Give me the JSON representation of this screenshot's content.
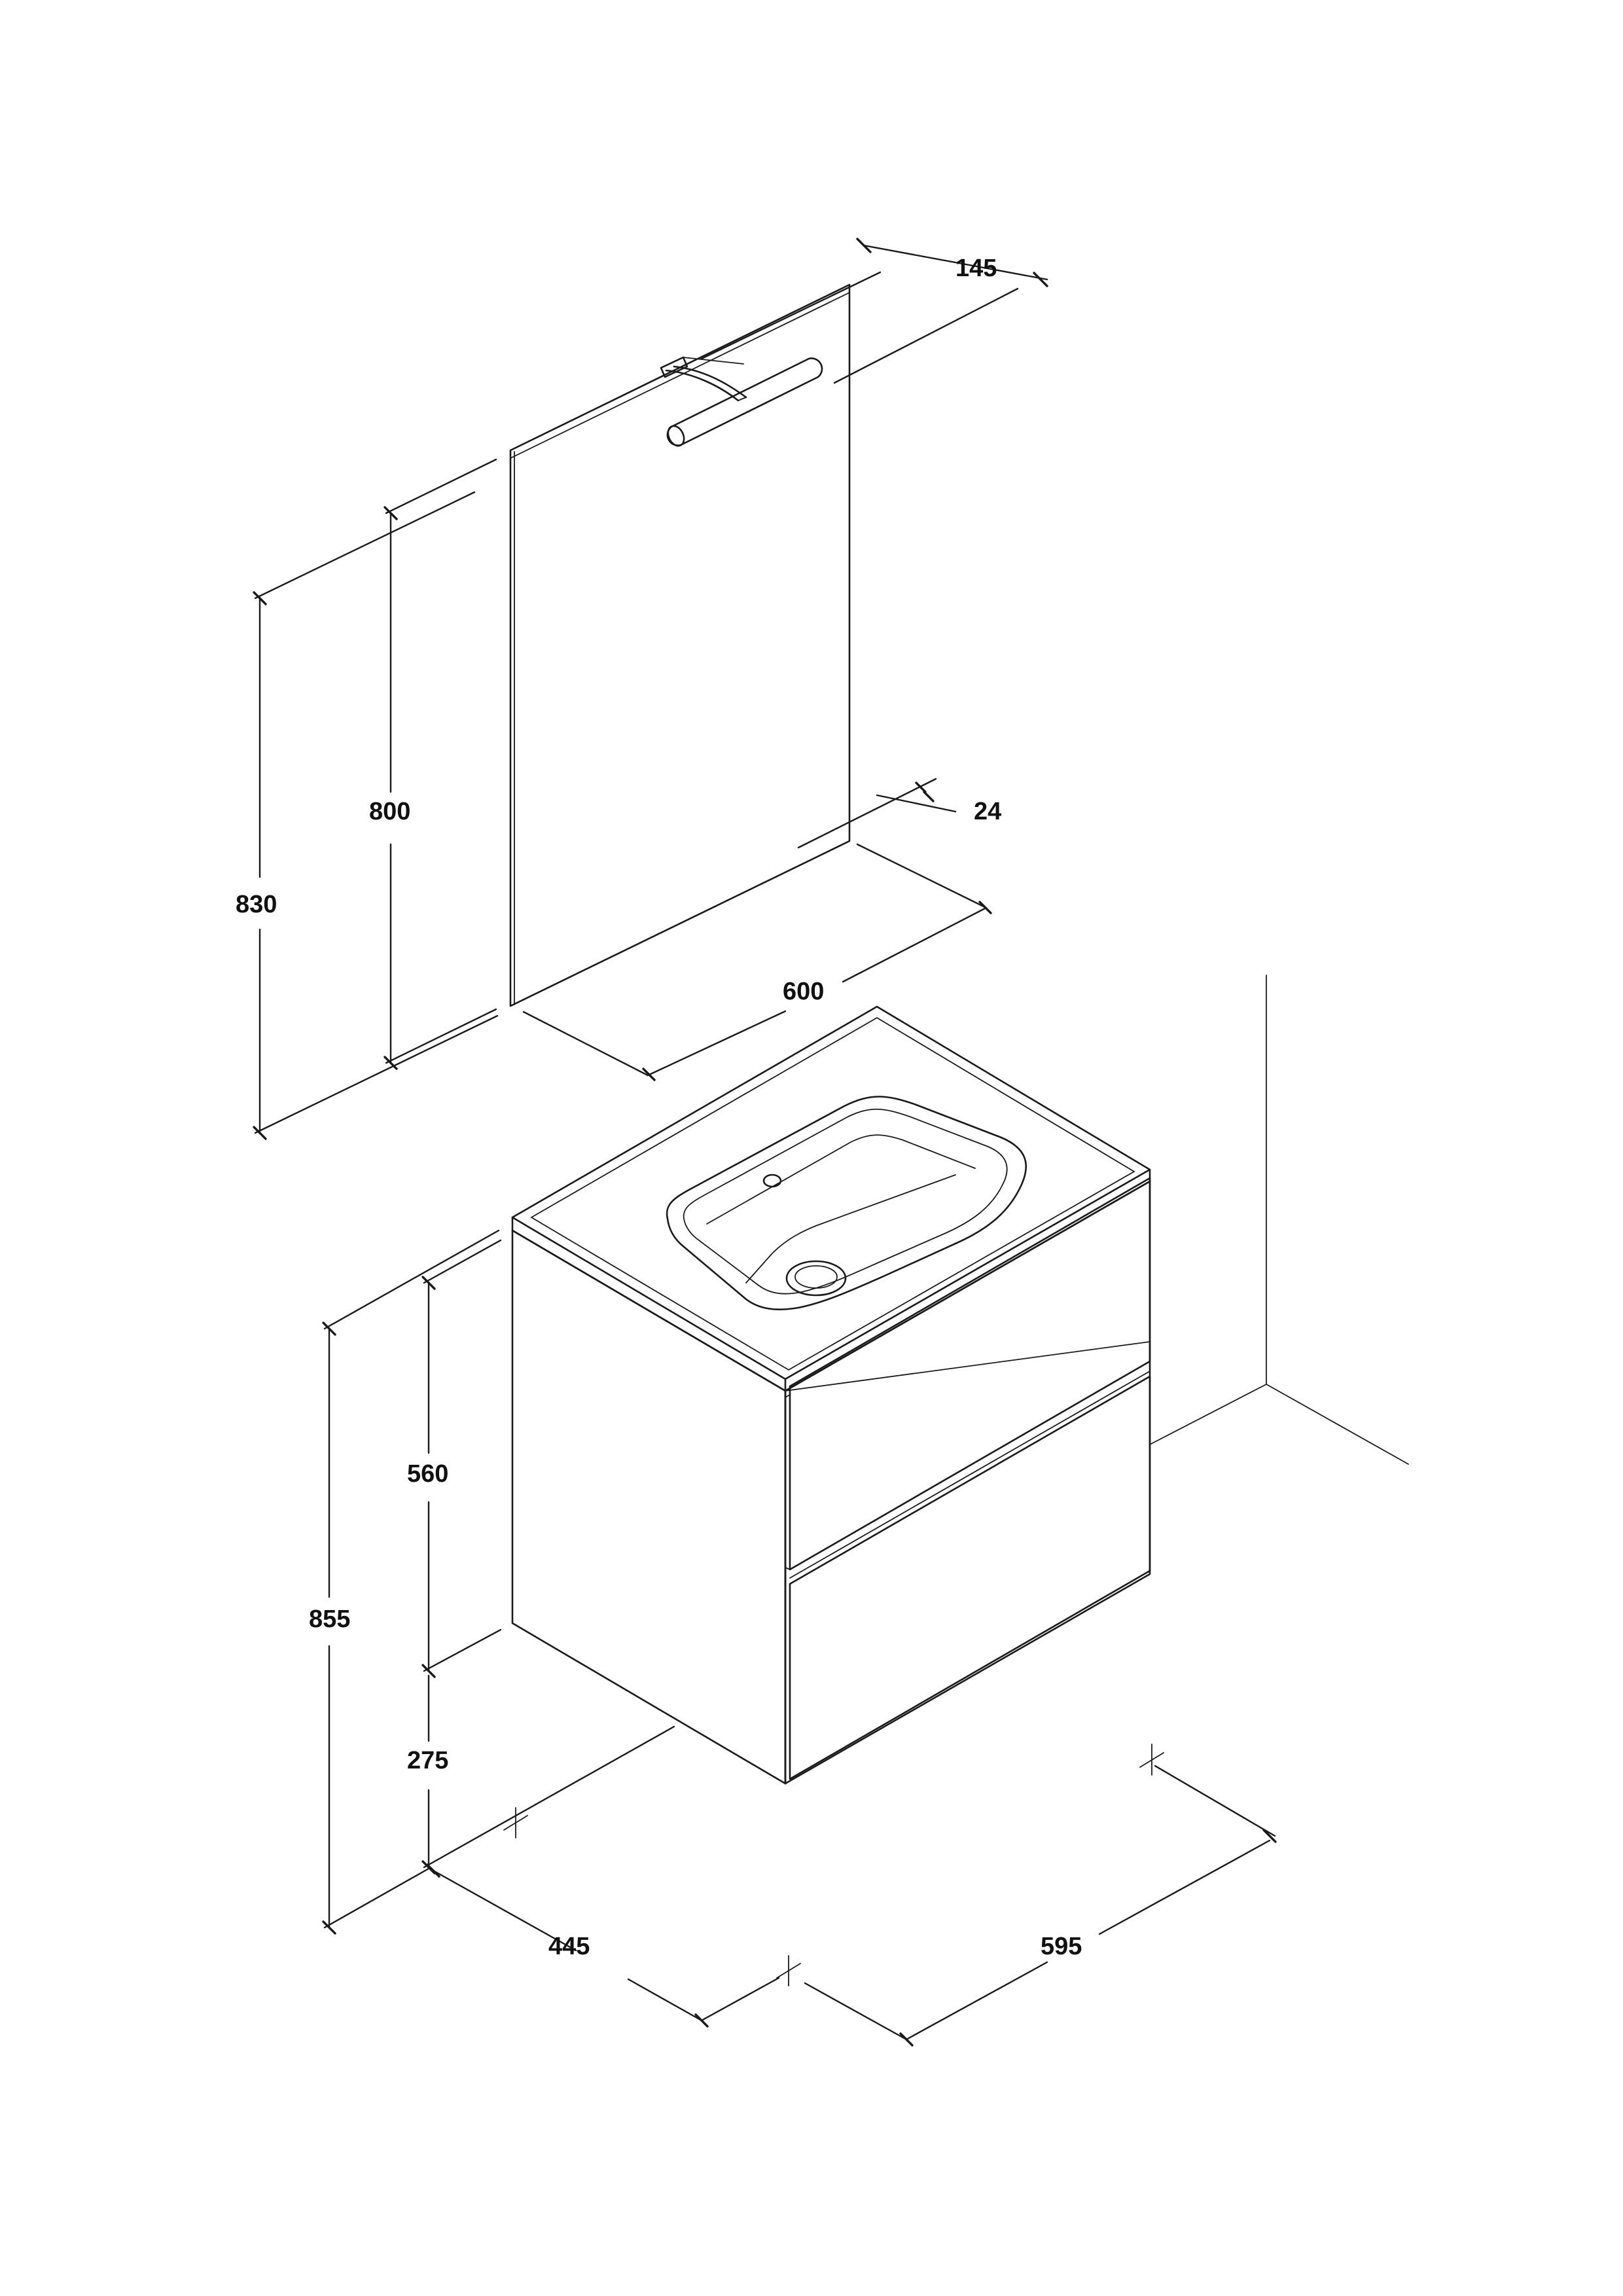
{
  "dimensions": {
    "mirror_depth": "145",
    "mirror_thickness": "24",
    "mirror_width": "600",
    "mirror_height": "800",
    "mirror_mount_height": "830",
    "cabinet_height": "560",
    "wall_gap": "275",
    "total_height": "855",
    "cabinet_depth": "445",
    "cabinet_width": "595"
  }
}
